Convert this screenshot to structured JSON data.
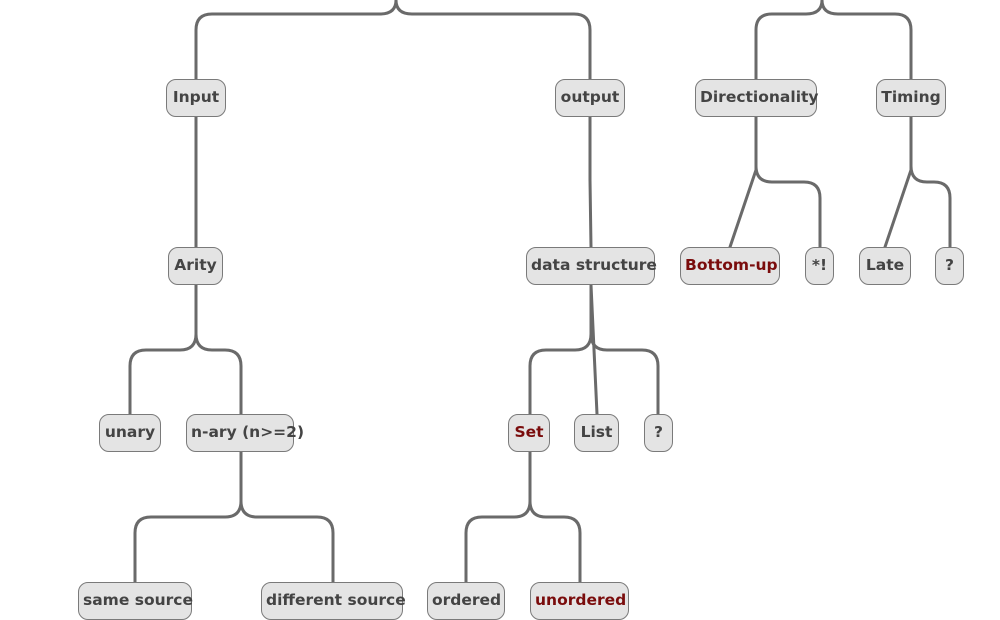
{
  "nodes": {
    "input": "Input",
    "output": "output",
    "directionality": "Directionality",
    "timing": "Timing",
    "arity": "Arity",
    "data_structure": "data structure",
    "bottom_up": "Bottom-up",
    "star_bang": "*!",
    "late": "Late",
    "timing_unknown": "?",
    "unary": "unary",
    "n_ary": "n-ary (n>=2)",
    "set": "Set",
    "list": "List",
    "structure_unknown": "?",
    "same_source": "same source",
    "different_source": "different source",
    "ordered": "ordered",
    "unordered": "unordered"
  },
  "colors": {
    "node_fill": "#e4e4e4",
    "node_border": "#7a7a7a",
    "edge": "#6a6a6a",
    "text": "#444444",
    "highlight_text": "#7a0c0c"
  }
}
